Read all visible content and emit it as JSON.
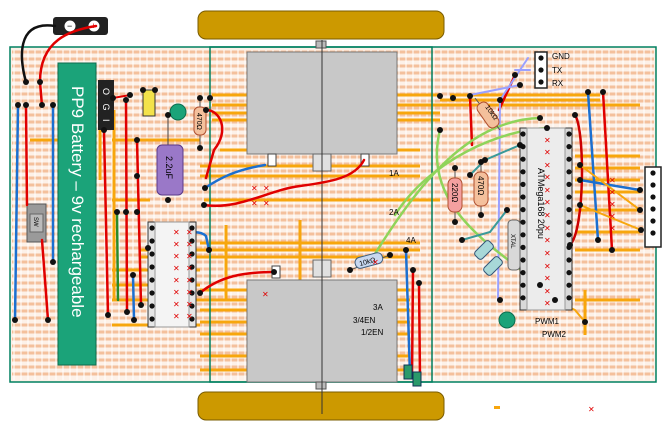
{
  "battery": {
    "text": "PP9 Battery – 9v rechargeable",
    "minus_symbol": "−",
    "plus_symbol": "+"
  },
  "regulator": {
    "pins": "O G I"
  },
  "components": {
    "cap_purple": "2.2uF",
    "res_470_top": "470Ω",
    "res_10k_top": "10kΩ",
    "res_220": "220Ω",
    "res_470_mid": "470Ω",
    "res_10k_mid": "10kΩ",
    "switch": "SW",
    "xtal": "XTAL",
    "atmega": "ATMega168 20pu"
  },
  "serial": {
    "gnd": "GND",
    "tx": "TX",
    "rx": "RX"
  },
  "driver_labels": {
    "a1": "1A",
    "a2": "2A",
    "a3": "3A",
    "a4": "4A",
    "en34": "3/4EN",
    "en12": "1/2EN"
  },
  "pwm": {
    "pwm1": "PWM1",
    "pwm2": "PWM2"
  },
  "colors": {
    "wheel": "#cc9900",
    "board_outline": "#008060",
    "stripboard": "#f4c09c",
    "track": "#f7a60d",
    "battery_green": "#1ba379",
    "motor_gray": "#c8c8c8",
    "wire_red": "#e00000",
    "wire_blue": "#1c6fd0",
    "wire_green": "#8fd45a"
  }
}
